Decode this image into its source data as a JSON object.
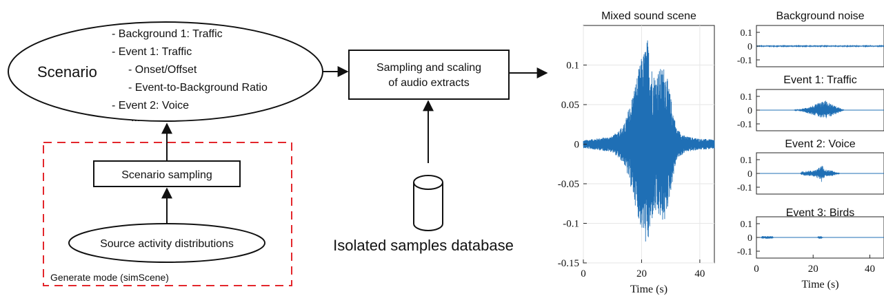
{
  "scenario": {
    "title": "Scenario",
    "lines": [
      "- Background 1: Traffic",
      "- Event 1: Traffic",
      "- Onset/Offset",
      "- Event-to-Background Ratio",
      "- Event 2: Voice",
      "..."
    ]
  },
  "process": {
    "sampling_line1": "Sampling and scaling",
    "sampling_line2": "of audio extracts",
    "scenario_sampling": "Scenario sampling",
    "source_distributions": "Source activity distributions",
    "generate_mode": "Generate mode (simScene)",
    "database": "Isolated samples database"
  },
  "colors": {
    "waveform": "#1f6fb5",
    "dashed_box": "#e3262b",
    "grid": "#e6e6e6"
  },
  "chart_data": [
    {
      "type": "line",
      "title": "Mixed sound scene",
      "xlabel": "Time (s)",
      "ylabel": "",
      "xlim": [
        0,
        45
      ],
      "ylim": [
        -0.15,
        0.15
      ],
      "xticks": [
        0,
        20,
        40
      ],
      "yticks": [
        -0.15,
        -0.1,
        -0.05,
        0,
        0.05,
        0.1
      ],
      "ytick_labels": [
        "-0.15",
        "-0.1",
        "-0.05",
        "0",
        "0.05",
        "0.1"
      ],
      "grid": true,
      "envelope": {
        "x": [
          0,
          6,
          10,
          14,
          16,
          18,
          20,
          21,
          22,
          23,
          24,
          25,
          26,
          28,
          30,
          32,
          35,
          40,
          45
        ],
        "amp": [
          0.005,
          0.008,
          0.01,
          0.025,
          0.05,
          0.08,
          0.11,
          0.12,
          0.135,
          0.11,
          0.09,
          0.09,
          0.095,
          0.1,
          0.06,
          0.02,
          0.01,
          0.007,
          0.006
        ]
      }
    },
    {
      "type": "line",
      "title": "Background noise",
      "xlim": [
        0,
        45
      ],
      "ylim": [
        -0.15,
        0.15
      ],
      "yticks": [
        -0.1,
        0,
        0.1
      ],
      "ytick_labels": [
        "-0.1",
        "0",
        "0.1"
      ],
      "envelope": {
        "x": [
          0,
          45
        ],
        "amp": [
          0.004,
          0.004
        ]
      }
    },
    {
      "type": "line",
      "title": "Event 1: Traffic",
      "xlim": [
        0,
        45
      ],
      "ylim": [
        -0.15,
        0.15
      ],
      "yticks": [
        -0.1,
        0,
        0.1
      ],
      "ytick_labels": [
        "-0.1",
        "0",
        "0.1"
      ],
      "envelope": {
        "x": [
          0,
          13,
          16,
          20,
          23,
          24.5,
          26,
          28,
          30,
          31,
          45
        ],
        "amp": [
          0,
          0,
          0.01,
          0.035,
          0.06,
          0.07,
          0.05,
          0.03,
          0.01,
          0,
          0
        ]
      }
    },
    {
      "type": "line",
      "title": "Event 2: Voice",
      "xlim": [
        0,
        45
      ],
      "ylim": [
        -0.15,
        0.15
      ],
      "yticks": [
        -0.1,
        0,
        0.1
      ],
      "ytick_labels": [
        "-0.1",
        "0",
        "0.1"
      ],
      "envelope": {
        "x": [
          0,
          15.5,
          16,
          19,
          21,
          22.5,
          23,
          24,
          27,
          28,
          29.5,
          45
        ],
        "amp": [
          0,
          0,
          0.015,
          0.02,
          0.025,
          0.05,
          0.07,
          0.03,
          0.02,
          0.01,
          0,
          0
        ]
      }
    },
    {
      "type": "line",
      "title": "Event 3: Birds",
      "xlabel": "Time (s)",
      "xlim": [
        0,
        45
      ],
      "ylim": [
        -0.15,
        0.15
      ],
      "xticks": [
        0,
        20,
        40
      ],
      "yticks": [
        -0.1,
        0,
        0.1
      ],
      "ytick_labels": [
        "-0.1",
        "0",
        "0.1"
      ],
      "envelope": {
        "x": [
          0,
          1.5,
          2,
          5.5,
          6,
          21.5,
          22,
          23,
          23.5,
          45
        ],
        "amp": [
          0,
          0,
          0.01,
          0.01,
          0,
          0,
          0.01,
          0.01,
          0,
          0
        ]
      }
    }
  ]
}
